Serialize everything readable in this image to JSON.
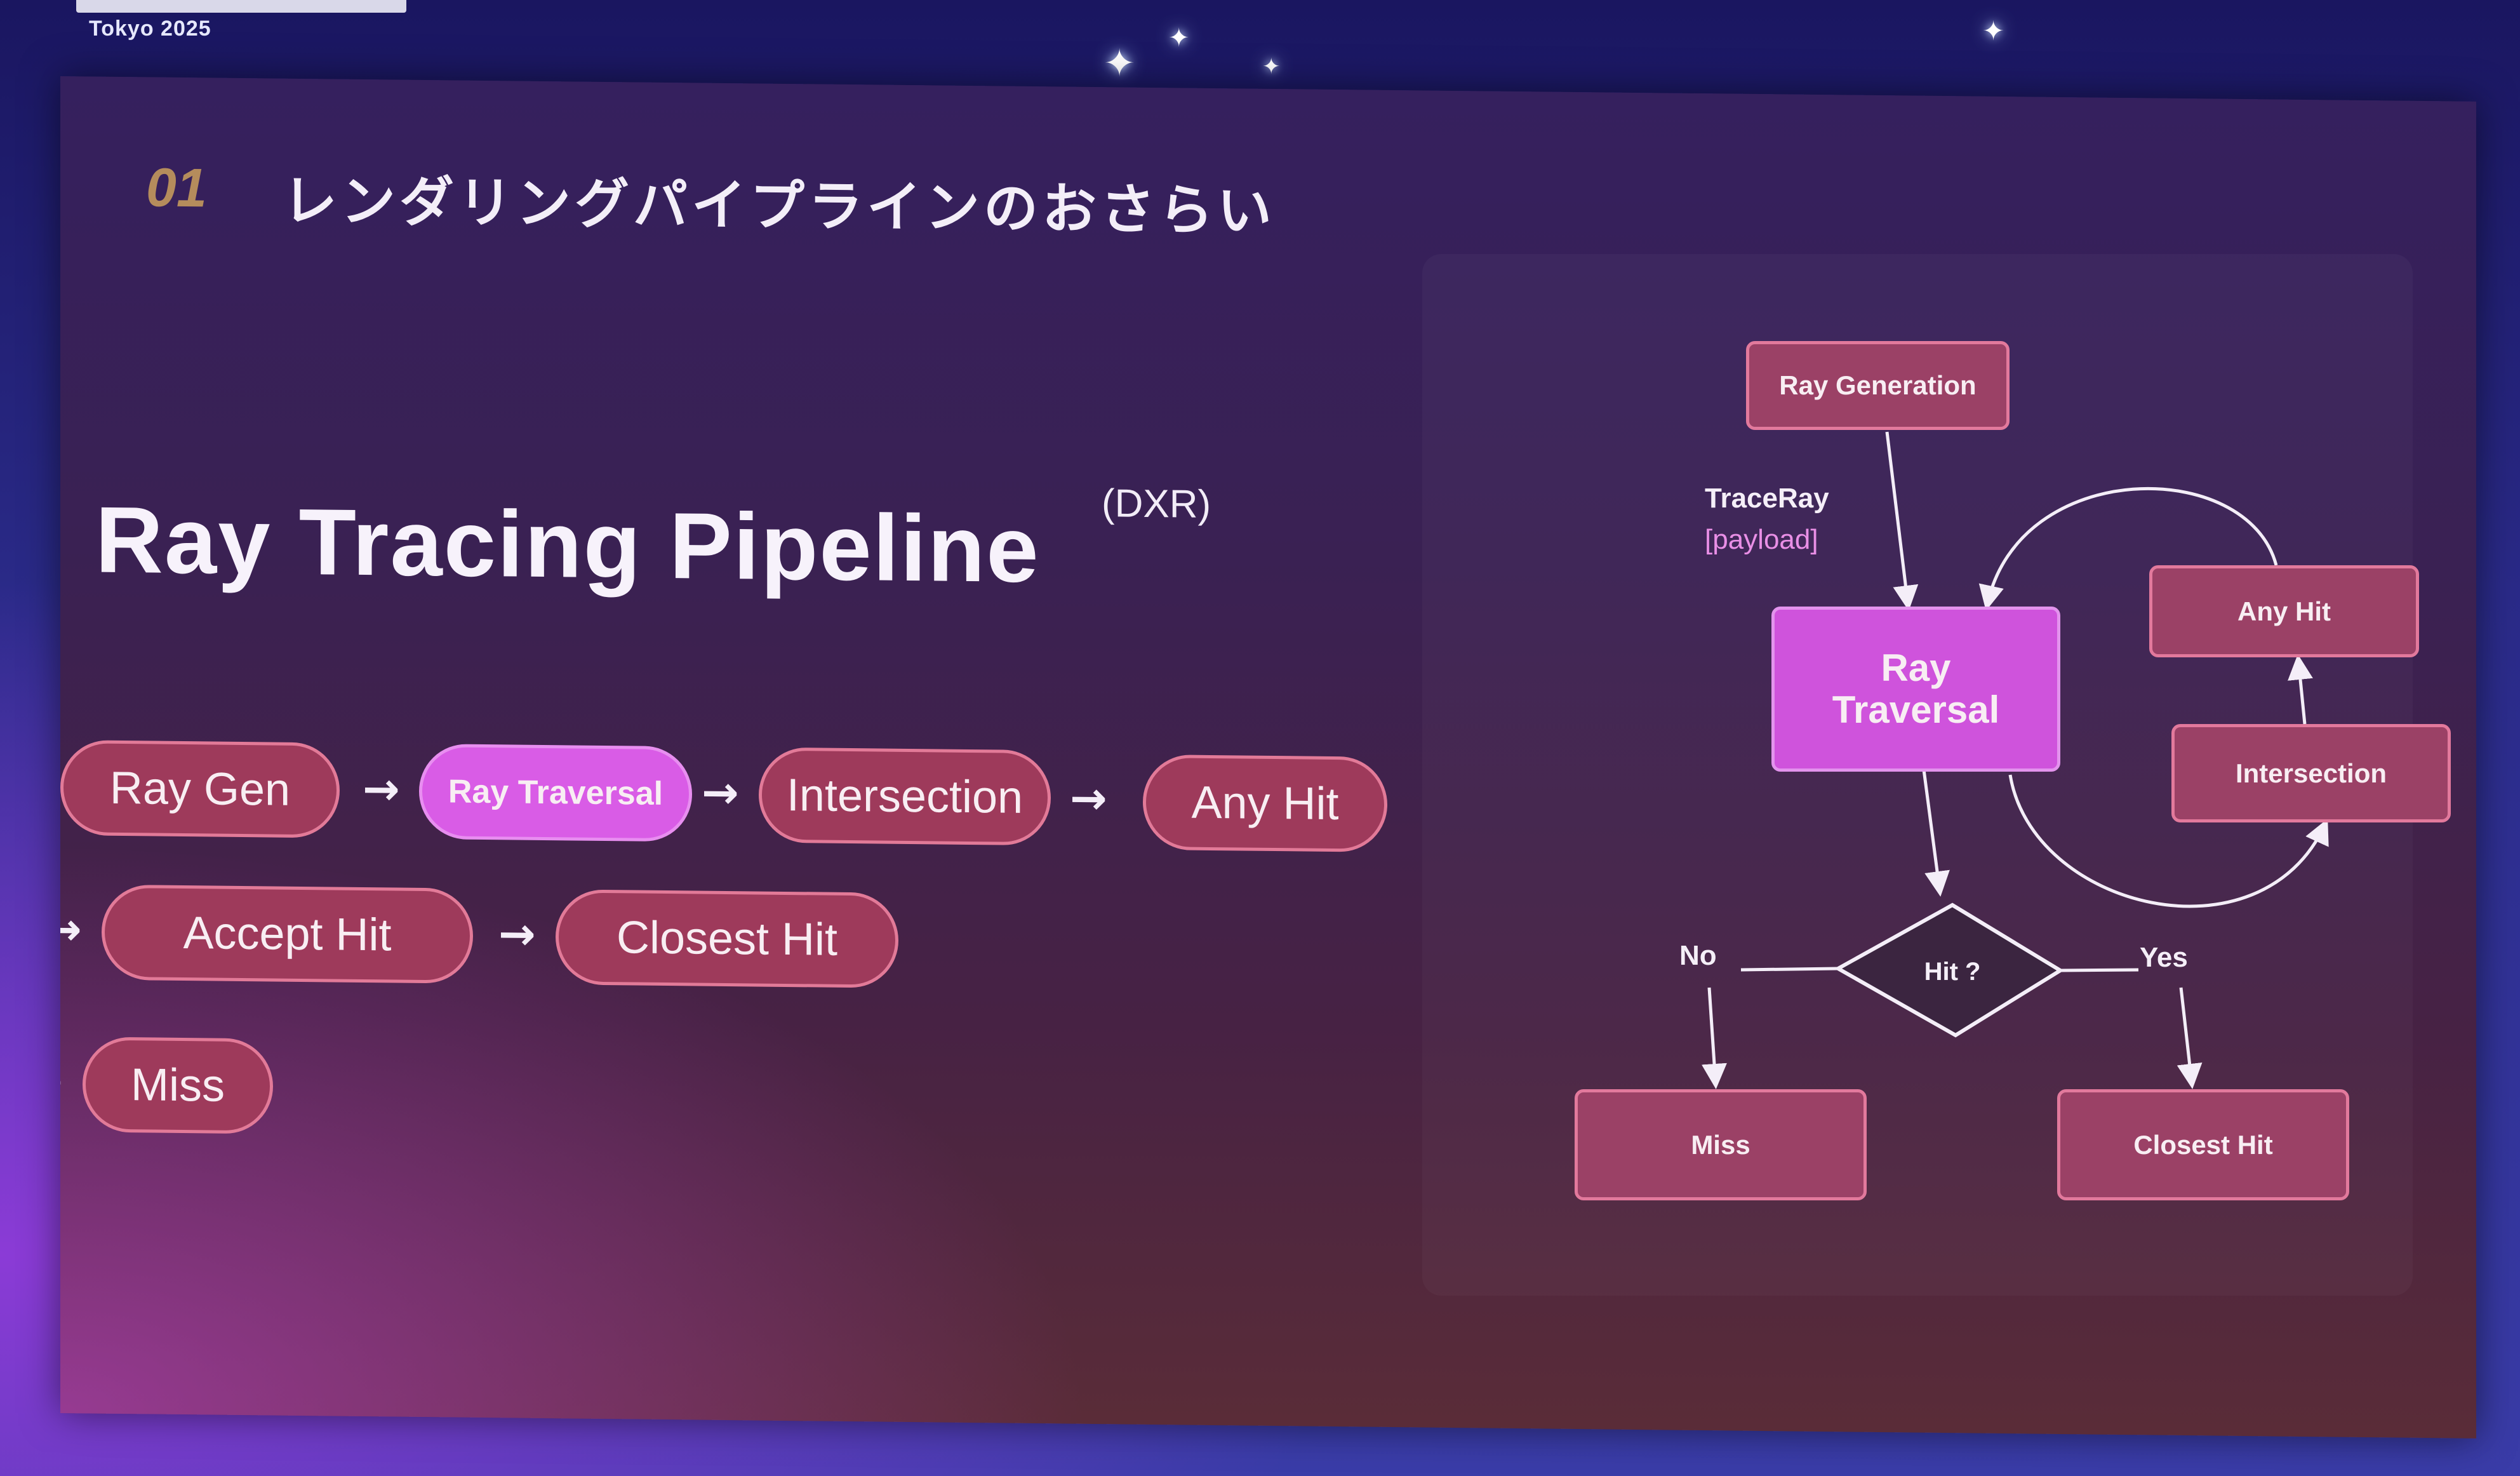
{
  "event": {
    "name": "Tokyo 2025"
  },
  "slide": {
    "number": "01",
    "heading": "レンダリングパイプラインのおさらい",
    "pipeline_title": "Ray Tracing Pipeline",
    "pipeline_suffix": "(DXR)"
  },
  "flow": {
    "row1": [
      "Ray Gen",
      "Ray Traversal",
      "Intersection",
      "Any Hit"
    ],
    "row2": [
      "Accept Hit",
      "Closest Hit"
    ],
    "row3": [
      "Miss"
    ],
    "active_step": "Ray Traversal",
    "arrow_glyph": "→"
  },
  "diagram": {
    "ray_generation": "Ray Generation",
    "trace_ray": "TraceRay",
    "payload": "[payload]",
    "ray_traversal": [
      "Ray",
      "Traversal"
    ],
    "any_hit": "Any Hit",
    "intersection": "Intersection",
    "decision": "Hit ?",
    "no_label": "No",
    "yes_label": "Yes",
    "miss": "Miss",
    "closest_hit": "Closest Hit"
  },
  "colors": {
    "pill_fill": "#9e3a5b",
    "pill_border": "#e27a98",
    "active_fill": "#d95ce6",
    "heading_number": "#b58c5c",
    "payload_text": "#e98fe6"
  }
}
